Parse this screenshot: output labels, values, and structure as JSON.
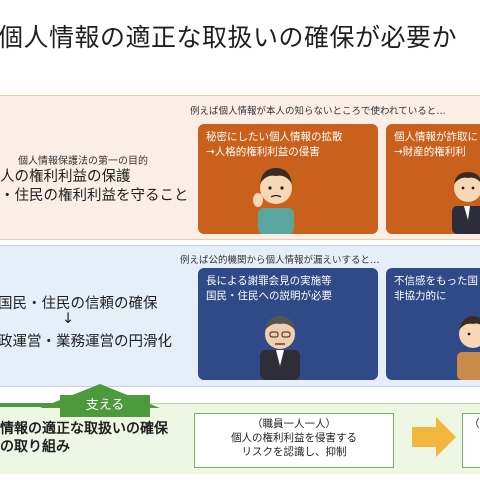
{
  "title": "個人情報の適正な取扱いの確保が必要か",
  "orange_section": {
    "note": "例えば個人情報が本人の知らないところで使われていると…",
    "purpose_label": "個人情報保護法の第一の目的",
    "line1": "人の権利利益の保護",
    "line2": "・住民の権利利益を守ること",
    "card1": {
      "line1": "秘密にしたい個人情報の拡散",
      "line2": "→人格的権利利益の侵害"
    },
    "card2": {
      "line1": "個人情報が詐取に",
      "line2": "→財産的権利利"
    }
  },
  "blue_section": {
    "note": "例えば公的機関から個人情報が漏えいすると…",
    "line1": "国民・住民の信頼の確保",
    "arrow": "↓",
    "line2": "政運営・業務運営の円滑化",
    "card1": {
      "line1": "長による謝罪会見の実施等",
      "line2": "国民・住民への説明が必要"
    },
    "card2": {
      "line1": "不信感をもった国",
      "line2": "非協力的に"
    }
  },
  "green_section": {
    "support_label": "支える",
    "effort_line1": "情報の適正な取扱いの確保",
    "effort_line2": "の取り組み",
    "staff_box": {
      "line1": "（職員一人一人）",
      "line2": "個人の権利利益を侵害する",
      "line3": "リスクを認識し、抑制"
    },
    "right_box_text": "（組"
  },
  "colors": {
    "orange_band": "#fbeee6",
    "orange_card": "#c9611c",
    "blue_band": "#e6eef8",
    "blue_card": "#2f4a86",
    "green_accent": "#4c9a3b",
    "green_band": "#eef6e4"
  }
}
